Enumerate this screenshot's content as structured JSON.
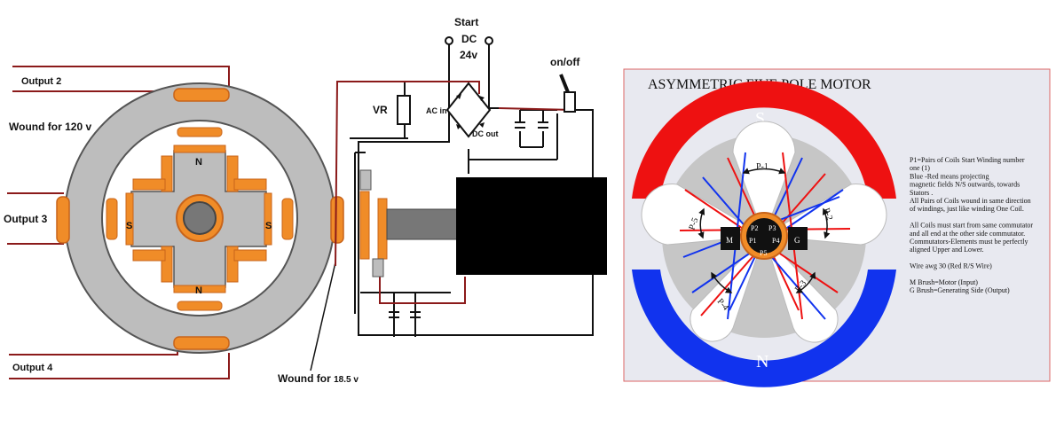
{
  "left_diagram": {
    "output_2": "Output 2",
    "output_3": "Output 3",
    "output_4": "Output 4",
    "wound_120": "Wound for 120 v",
    "wound_18_main": "Wound for ",
    "wound_18_small": "18.5 v",
    "pole_n_top": "N",
    "pole_n_bottom": "N",
    "pole_s_left": "S",
    "pole_s_right": "S"
  },
  "circuit": {
    "start": "Start",
    "dc": "DC",
    "voltage": "24v",
    "on_off": "on/off",
    "vr": "VR",
    "ac_in": "AC in",
    "dc_out": "DC out"
  },
  "right_diagram": {
    "title": "ASYMMETRIC FIVE POLE  MOTOR",
    "pole_s": "S",
    "pole_n": "N",
    "pair_labels": [
      "P-1",
      "P-2",
      "P-3",
      "P-4",
      "P-5"
    ],
    "commutator_labels": [
      "P1",
      "P2",
      "P3",
      "P4",
      "P5"
    ],
    "brush_m": "M",
    "brush_g": "G",
    "notes": [
      "P1=Pairs of Coils Start Winding number",
      "one (1)",
      "Blue -Red means projecting",
      " magnetic fields N/S  outwards, towards",
      "Stators .",
      "All Pairs of Coils wound in same direction",
      "of windings, just like winding One Coil.",
      "",
      "All Coils must start from same commutator",
      "and all end at the other side commutator.",
      "Commutators-Elements must be perfectly",
      "aligned Upper and Lower.",
      "",
      "Wire awg 30 (Red R/S Wire)",
      "",
      "M  Brush=Motor (Input)",
      "G Brush=Generating Side (Output)"
    ]
  },
  "colors": {
    "coil": "#f08c28",
    "coil_stroke": "#c8641a",
    "stator_gray": "#bdbdbd",
    "wire_red": "#8b1a1a",
    "magnet_red": "#ee1111",
    "magnet_blue": "#1133ee",
    "panel_bg": "#e8e9f0"
  }
}
